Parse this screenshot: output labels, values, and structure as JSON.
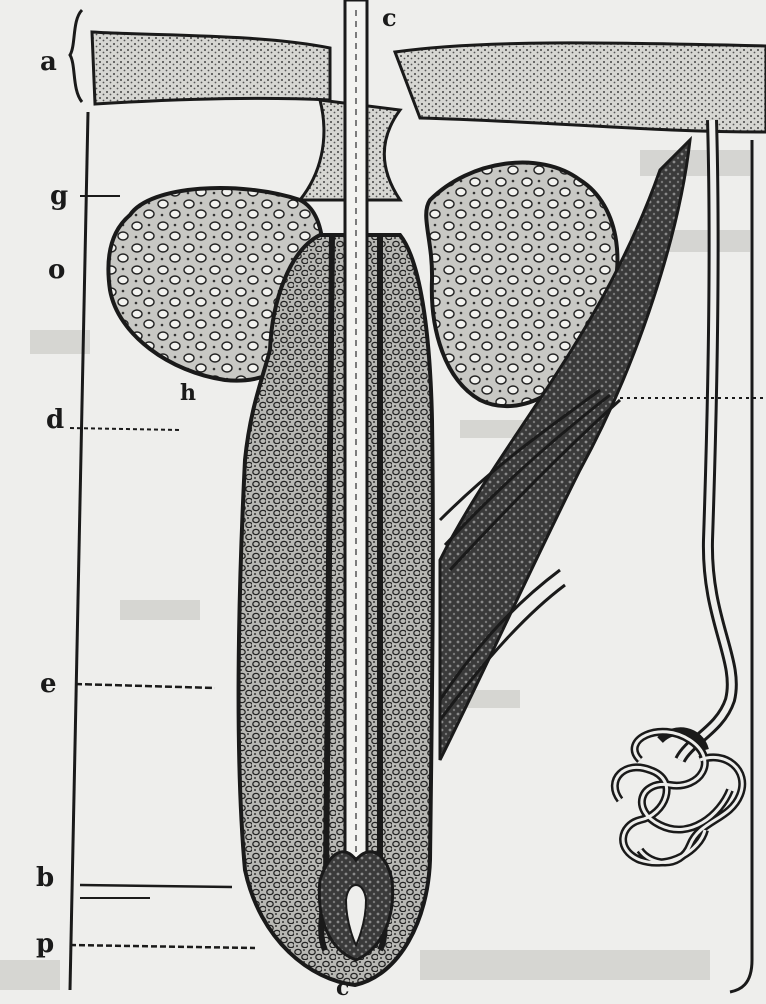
{
  "labels": {
    "top_bracket": "a",
    "top": "c",
    "bottom": "c",
    "g": "g",
    "o": "o",
    "d": "d",
    "h": "h",
    "e": "e",
    "b": "b",
    "p": "p"
  },
  "colors": {
    "paper": "#eeeeec",
    "ink": "#1a1a1a",
    "shade": "#555555",
    "bleed": "#cfcfcc"
  }
}
